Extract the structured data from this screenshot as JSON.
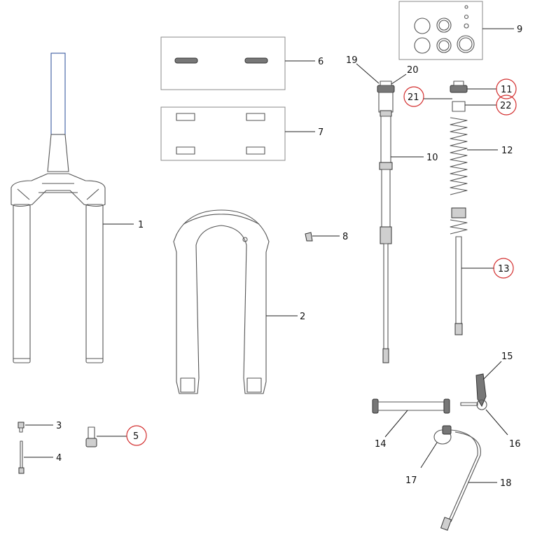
{
  "callouts": {
    "p1": "1",
    "p2": "2",
    "p3": "3",
    "p4": "4",
    "p5": "5",
    "p6": "6",
    "p7": "7",
    "p8": "8",
    "p9": "9",
    "p10": "10",
    "p11": "11",
    "p12": "12",
    "p13": "13",
    "p14": "14",
    "p15": "15",
    "p16": "16",
    "p17": "17",
    "p18": "18",
    "p19": "19",
    "p20": "20",
    "p21": "21",
    "p22": "22"
  },
  "highlighted": [
    "5",
    "11",
    "13",
    "21",
    "22"
  ],
  "colors": {
    "highlight": "#d32f2f",
    "steerer": "#3b5ba0",
    "line": "#555555"
  }
}
